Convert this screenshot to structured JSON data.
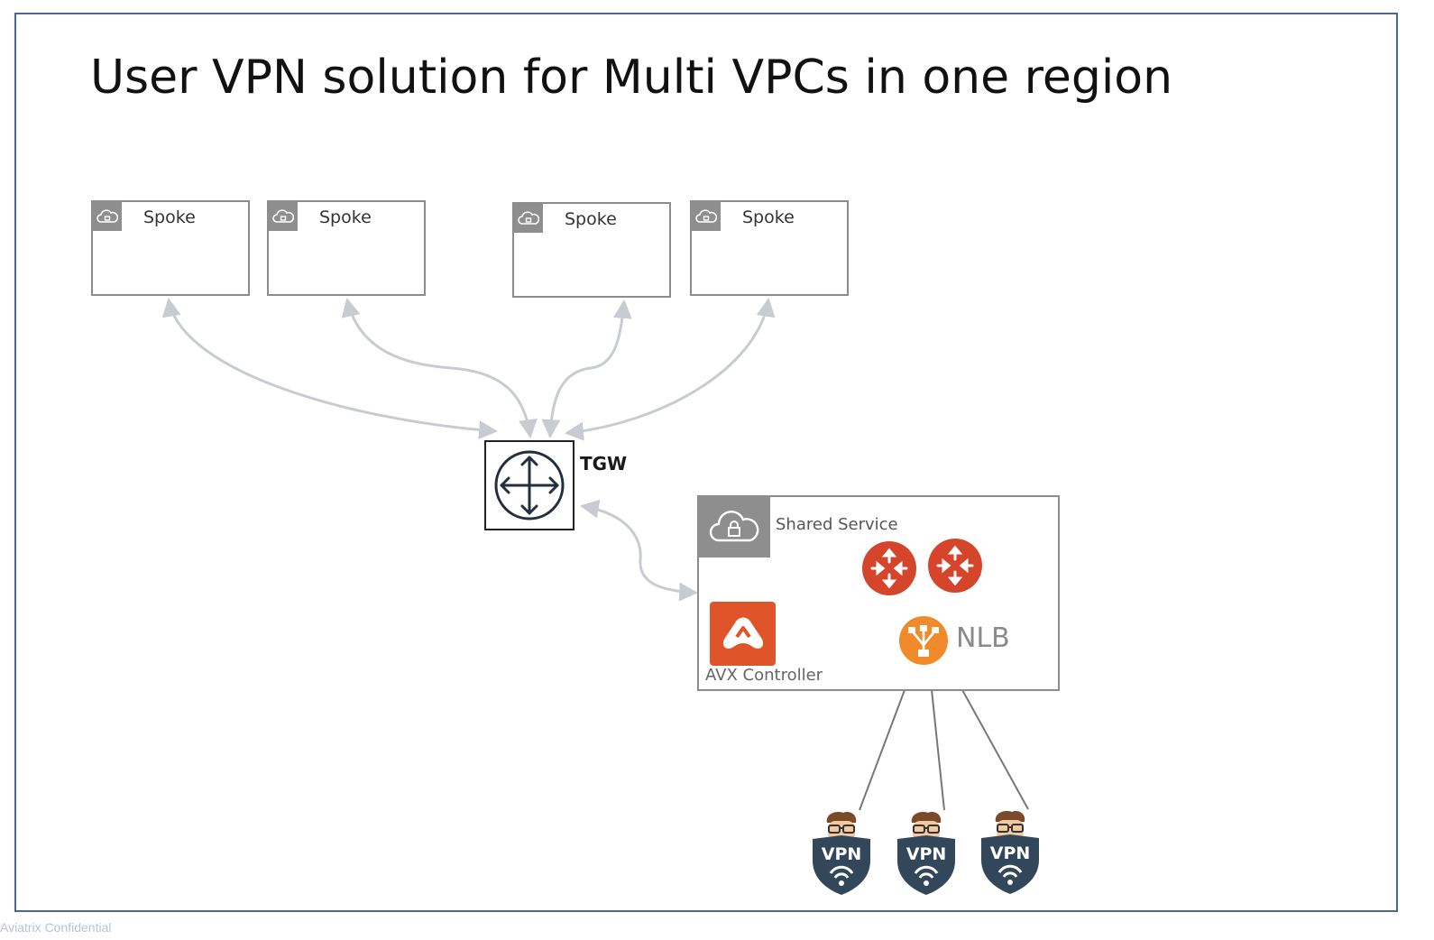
{
  "title": "User VPN solution for Multi VPCs in one region",
  "spokes": [
    {
      "label": "Spoke"
    },
    {
      "label": "Spoke"
    },
    {
      "label": "Spoke"
    },
    {
      "label": "Spoke"
    }
  ],
  "tgw": {
    "label": "TGW"
  },
  "shared_service": {
    "label": "Shared Service",
    "controller_label": "AVX Controller",
    "nlb_label": "NLB"
  },
  "vpn_users": [
    {
      "badge": "VPN"
    },
    {
      "badge": "VPN"
    },
    {
      "badge": "VPN"
    }
  ],
  "footer": "Aviatrix Confidential",
  "colors": {
    "frame": "#4a6793",
    "connector": "#c8ccd2",
    "vpc_tag": "#8e8e8e",
    "avx": "#e0542a",
    "router": "#d5452b",
    "nlb": "#f08a2b",
    "shield": "#33475b"
  },
  "icons": [
    "vpc-cloud-lock-icon",
    "transit-gateway-icon",
    "aviatrix-logo-icon",
    "router-icon",
    "load-balancer-icon",
    "vpn-user-icon"
  ]
}
